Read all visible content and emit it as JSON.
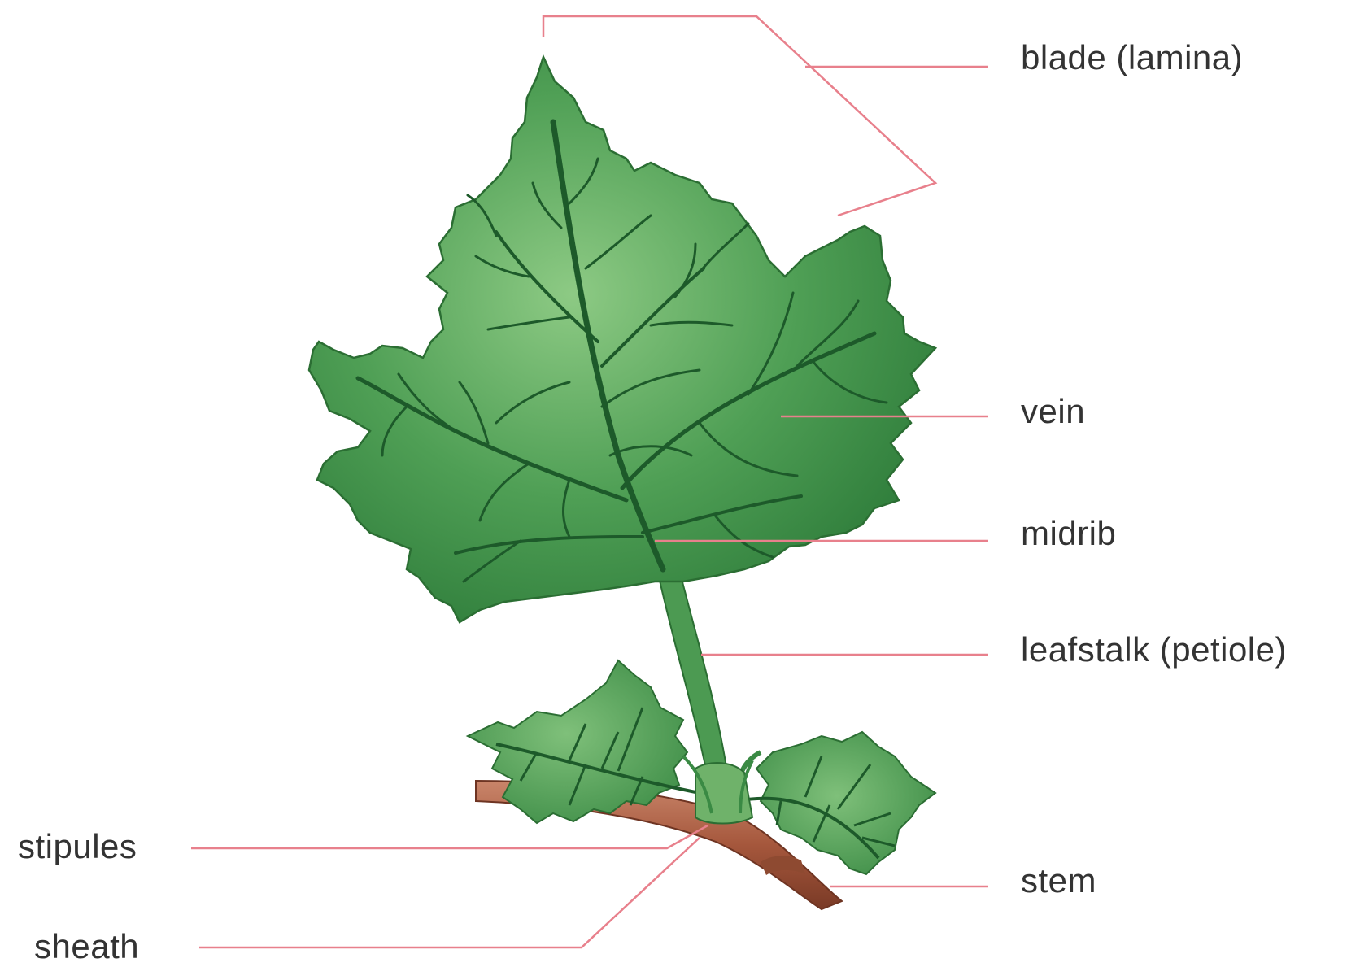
{
  "labels": {
    "blade": "blade (lamina)",
    "vein": "vein",
    "midrib": "midrib",
    "petiole": "leafstalk (petiole)",
    "stem": "stem",
    "stipules": "stipules",
    "sheath": "sheath"
  },
  "colors": {
    "leaf_dark": "#2e7d3a",
    "leaf_light": "#7fc17a",
    "vein": "#1d5a2a",
    "stem": "#a15a3e",
    "leader_line": "#e8808c",
    "label_text": "#333333"
  }
}
